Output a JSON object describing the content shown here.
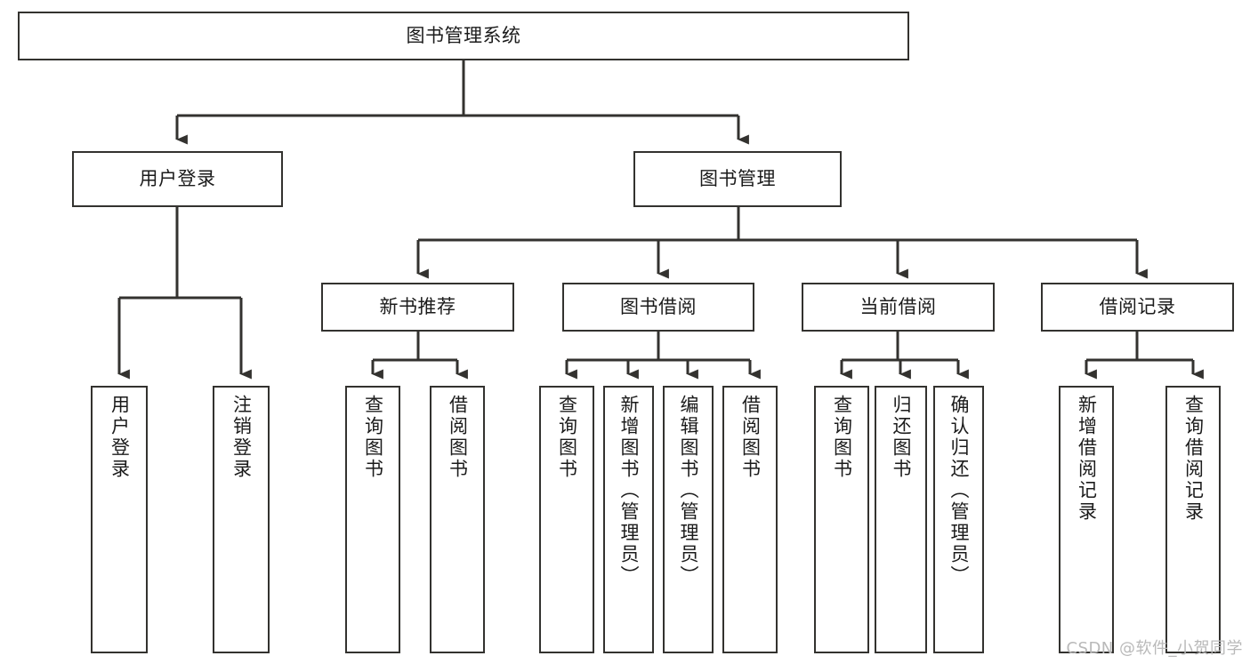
{
  "diagram": {
    "type": "tree-hierarchy-chart",
    "title": "图书管理系统",
    "stroke_color": "#33322f",
    "background_color": "#ffffff",
    "text_color": "#1b1b1b",
    "levels": [
      {
        "level": 0,
        "nodes": [
          {
            "id": "root",
            "label": "图书管理系统",
            "orientation": "horizontal"
          }
        ]
      },
      {
        "level": 1,
        "nodes": [
          {
            "id": "login",
            "label": "用户登录",
            "orientation": "horizontal",
            "parent": "root"
          },
          {
            "id": "bookmgmt",
            "label": "图书管理",
            "orientation": "horizontal",
            "parent": "root"
          }
        ]
      },
      {
        "level": 2,
        "nodes": [
          {
            "id": "newbook",
            "label": "新书推荐",
            "orientation": "horizontal",
            "parent": "bookmgmt"
          },
          {
            "id": "borrow",
            "label": "图书借阅",
            "orientation": "horizontal",
            "parent": "bookmgmt"
          },
          {
            "id": "current",
            "label": "当前借阅",
            "orientation": "horizontal",
            "parent": "bookmgmt"
          },
          {
            "id": "records",
            "label": "借阅记录",
            "orientation": "horizontal",
            "parent": "bookmgmt"
          }
        ]
      },
      {
        "level": 3,
        "nodes": [
          {
            "id": "leaf1",
            "label": "用户登录",
            "orientation": "vertical",
            "parent": "login"
          },
          {
            "id": "leaf2",
            "label": "注销登录",
            "orientation": "vertical",
            "parent": "login"
          },
          {
            "id": "leaf3",
            "label": "查询图书",
            "orientation": "vertical",
            "parent": "newbook"
          },
          {
            "id": "leaf4",
            "label": "借阅图书",
            "orientation": "vertical",
            "parent": "newbook"
          },
          {
            "id": "leaf5",
            "label": "查询图书",
            "orientation": "vertical",
            "parent": "borrow"
          },
          {
            "id": "leaf6",
            "label": "新增图书（管理员）",
            "orientation": "vertical",
            "parent": "borrow"
          },
          {
            "id": "leaf7",
            "label": "编辑图书（管理员）",
            "orientation": "vertical",
            "parent": "borrow"
          },
          {
            "id": "leaf8",
            "label": "借阅图书",
            "orientation": "vertical",
            "parent": "borrow"
          },
          {
            "id": "leaf9",
            "label": "查询图书",
            "orientation": "vertical",
            "parent": "current"
          },
          {
            "id": "leaf10",
            "label": "归还图书",
            "orientation": "vertical",
            "parent": "current"
          },
          {
            "id": "leaf11",
            "label": "确认归还（管理员）",
            "orientation": "vertical",
            "parent": "current"
          },
          {
            "id": "leaf12",
            "label": "新增借阅记录",
            "orientation": "vertical",
            "parent": "records"
          },
          {
            "id": "leaf13",
            "label": "查询借阅记录",
            "orientation": "vertical",
            "parent": "records"
          }
        ]
      }
    ]
  },
  "watermark": {
    "text": "CSDN @软件_小贺同学"
  }
}
